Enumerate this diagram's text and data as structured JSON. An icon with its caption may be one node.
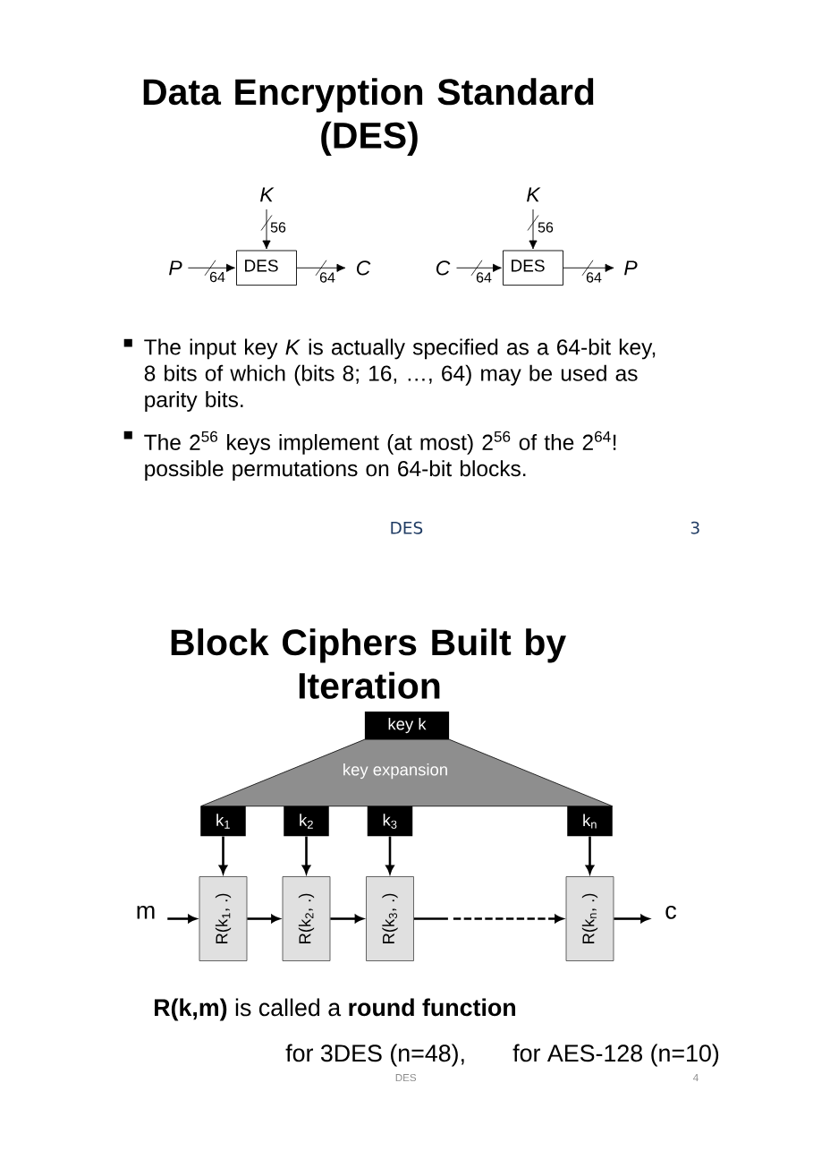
{
  "diagram": {
    "title": "Data Encryption Standard (DES)",
    "nodes": [
      {
        "text": [
          "K"
        ]
      },
      {
        "text": [
          "P"
        ]
      },
      {
        "text": [
          "DES"
        ]
      },
      {
        "text": [
          "C"
        ]
      },
      {
        "text": [
          "K"
        ]
      },
      {
        "text": [
          "C"
        ]
      },
      {
        "text": [
          "DES"
        ]
      },
      {
        "text": [
          "P"
        ]
      },
      {
        "text": [
          "key k"
        ]
      },
      {
        "text": [
          "key expansion"
        ]
      },
      {
        "text": [
          "k$_{1}$"
        ]
      },
      {
        "text": [
          "k$_{2}$"
        ]
      },
      {
        "text": [
          "k$_{3}$"
        ]
      },
      {
        "text": [
          "k$_{n}$"
        ]
      },
      {
        "text": [
          "m"
        ]
      },
      {
        "text": [
          "R(k$_{1}$, .)"
        ]
      },
      {
        "text": [
          "R(k$_{2}$, .)"
        ]
      },
      {
        "text": [
          "R(k$_{3}$, .)"
        ]
      },
      {
        "text": [
          "R(k$_{n}$, .)"
        ]
      },
      {
        "text": [
          "c"
        ]
      }
    ],
    "edges": [
      {
        "from": 0,
        "to": 2,
        "arrow": "to",
        "label": "56"
      },
      {
        "from": 1,
        "to": 2,
        "arrow": "to",
        "label": "64"
      },
      {
        "from": 2,
        "to": 3,
        "arrow": "to",
        "label": "64"
      },
      {
        "from": 4,
        "to": 6,
        "arrow": "to",
        "label": "56"
      },
      {
        "from": 5,
        "to": 6,
        "arrow": "to",
        "label": "64"
      },
      {
        "from": 6,
        "to": 7,
        "arrow": "to",
        "label": "64"
      },
      {
        "from": 10,
        "to": 15,
        "arrow": "to"
      },
      {
        "from": 11,
        "to": 16,
        "arrow": "to"
      },
      {
        "from": 12,
        "to": 17,
        "arrow": "to"
      },
      {
        "from": 13,
        "to": 18,
        "arrow": "to"
      },
      {
        "from": 14,
        "to": 15,
        "arrow": "to"
      },
      {
        "from": 15,
        "to": 16,
        "arrow": "to"
      },
      {
        "from": 16,
        "to": 17,
        "arrow": "to"
      },
      {
        "from": 17,
        "to": 18,
        "arrow": "to",
        "style": "dashed"
      },
      {
        "from": 18,
        "to": 19,
        "arrow": "to"
      }
    ],
    "labels": [
      "The input key *K* is actually specified as a 64-bit key, 8 bits of which (bits 8; 16, …, 64) may be used as parity bits.",
      "The 2$^{56}$ keys implement (at most) 2$^{56}$ of the 2$^{64}$! possible permutations on 64-bit blocks.",
      "DES",
      "3",
      "Block Ciphers Built by Iteration",
      "**R(k,m)** is called a **round function**",
      "for 3DES (n=48),",
      "for AES-128 (n=10)",
      "DES",
      "4"
    ]
  }
}
